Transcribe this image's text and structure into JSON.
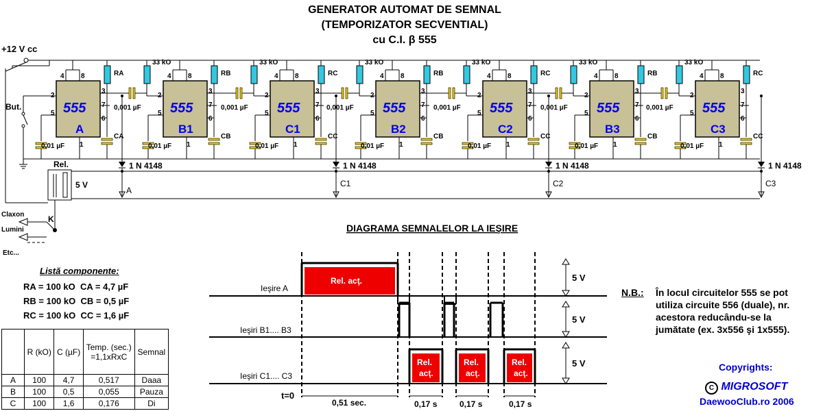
{
  "titles": {
    "line1": "GENERATOR AUTOMAT DE SEMNAL",
    "line2": "(TEMPORIZATOR SECVENTIAL)",
    "line3": "cu  C.I.  β 555"
  },
  "supply": "+12 V cc",
  "button_label": "But.",
  "relay_label": "Rel.",
  "relay_voltage": "5 V",
  "outputs": [
    "Claxon",
    "Lumini",
    "Etc..."
  ],
  "switch_label": "K",
  "chips": [
    {
      "name": "A",
      "ic": "555"
    },
    {
      "name": "B1",
      "ic": "555"
    },
    {
      "name": "C1",
      "ic": "555"
    },
    {
      "name": "B2",
      "ic": "555"
    },
    {
      "name": "C2",
      "ic": "555"
    },
    {
      "name": "B3",
      "ic": "555"
    },
    {
      "name": "C3",
      "ic": "555"
    }
  ],
  "component_labels": {
    "r33": "33 kO",
    "cap_coupling": "0,001 µF",
    "cap_timing": "0,01 µF",
    "diode": "1 N 4148",
    "pins": [
      "4",
      "8",
      "2",
      "5",
      "3",
      "7",
      "6",
      "1"
    ]
  },
  "res_labels": [
    "RA",
    "RB",
    "RC",
    "RB",
    "RC",
    "RB",
    "RC"
  ],
  "cap_labels": [
    "CA",
    "CB",
    "CC",
    "CB",
    "CC",
    "CB",
    "CC"
  ],
  "diode_taps": [
    "A",
    "C1",
    "C2",
    "C3"
  ],
  "diagram_title": "DIAGRAMA SEMNALELOR LA IEŞIRE",
  "waveforms": {
    "rows": [
      "Ieşire A",
      "Ieşiri B1.... B3",
      "Ieşiri C1.... C3"
    ],
    "relay_text": "Rel. acţ.",
    "relay_short": [
      "Rel.",
      "acţ."
    ],
    "amplitude": "5 V",
    "t0": "t=0",
    "durations": [
      "0,51 sec.",
      "0,17 s",
      "0,17 s",
      "0,17 s"
    ]
  },
  "component_list": {
    "title": "Listă componente:",
    "lines": [
      {
        "r": "RA = 100 kO",
        "c": "CA = 4,7 µF"
      },
      {
        "r": "RB = 100 kO",
        "c": "CB = 0,5 µF"
      },
      {
        "r": "RC = 100 kO",
        "c": "CC = 1,6 µF"
      }
    ]
  },
  "table": {
    "headers": [
      "",
      "R (kO)",
      "C (µF)",
      "Temp. (sec.) =1,1xRxC",
      "Semnal"
    ],
    "rows": [
      [
        "A",
        "100",
        "4,7",
        "0,517",
        "Daaa"
      ],
      [
        "B",
        "100",
        "0,5",
        "0,055",
        "Pauza"
      ],
      [
        "C",
        "100",
        "1,6",
        "0,176",
        "Di"
      ]
    ]
  },
  "note": {
    "label": "N.B.:",
    "text": [
      "În locul circuitelor 555 se pot",
      "utiliza circuite 556 (duale), nr.",
      "acestora reducându-se la",
      "jumătate (ex. 3x556 şi 1x555)."
    ]
  },
  "copyright": {
    "label": "Copyrights:",
    "brand": "MIGROSOFT",
    "site": "DaewooClub.ro 2006"
  },
  "colors": {
    "chip": "#c8c096",
    "chip_text": "#0000ee",
    "resistor": "#33c8e0",
    "relay_pulse": "#ee0000",
    "capacitor": "#e8c800"
  }
}
